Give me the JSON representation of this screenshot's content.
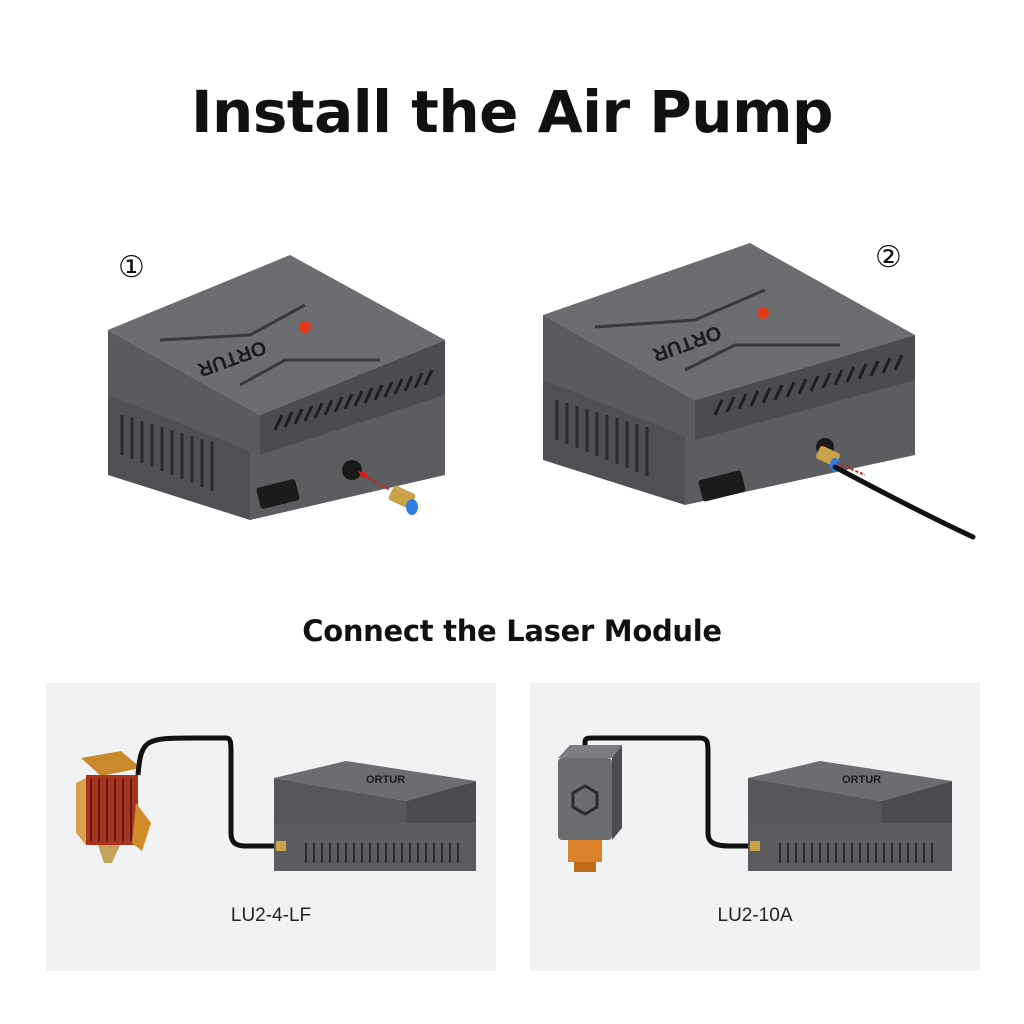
{
  "title": "Install the Air Pump",
  "steps": [
    {
      "number": "①"
    },
    {
      "number": "②"
    }
  ],
  "brand_logo": "ORTUR",
  "subtitle": "Connect the Laser Module",
  "modules": [
    {
      "label": "LU2-4-LF"
    },
    {
      "label": "LU2-10A"
    }
  ],
  "colors": {
    "pump_top": "#6b6d70",
    "pump_side": "#55575a",
    "brand_accent": "#e23b1c",
    "fitting_blue": "#2f7de0",
    "guide_arrow": "#e01818",
    "panel_bg": "#f1f2f3"
  }
}
